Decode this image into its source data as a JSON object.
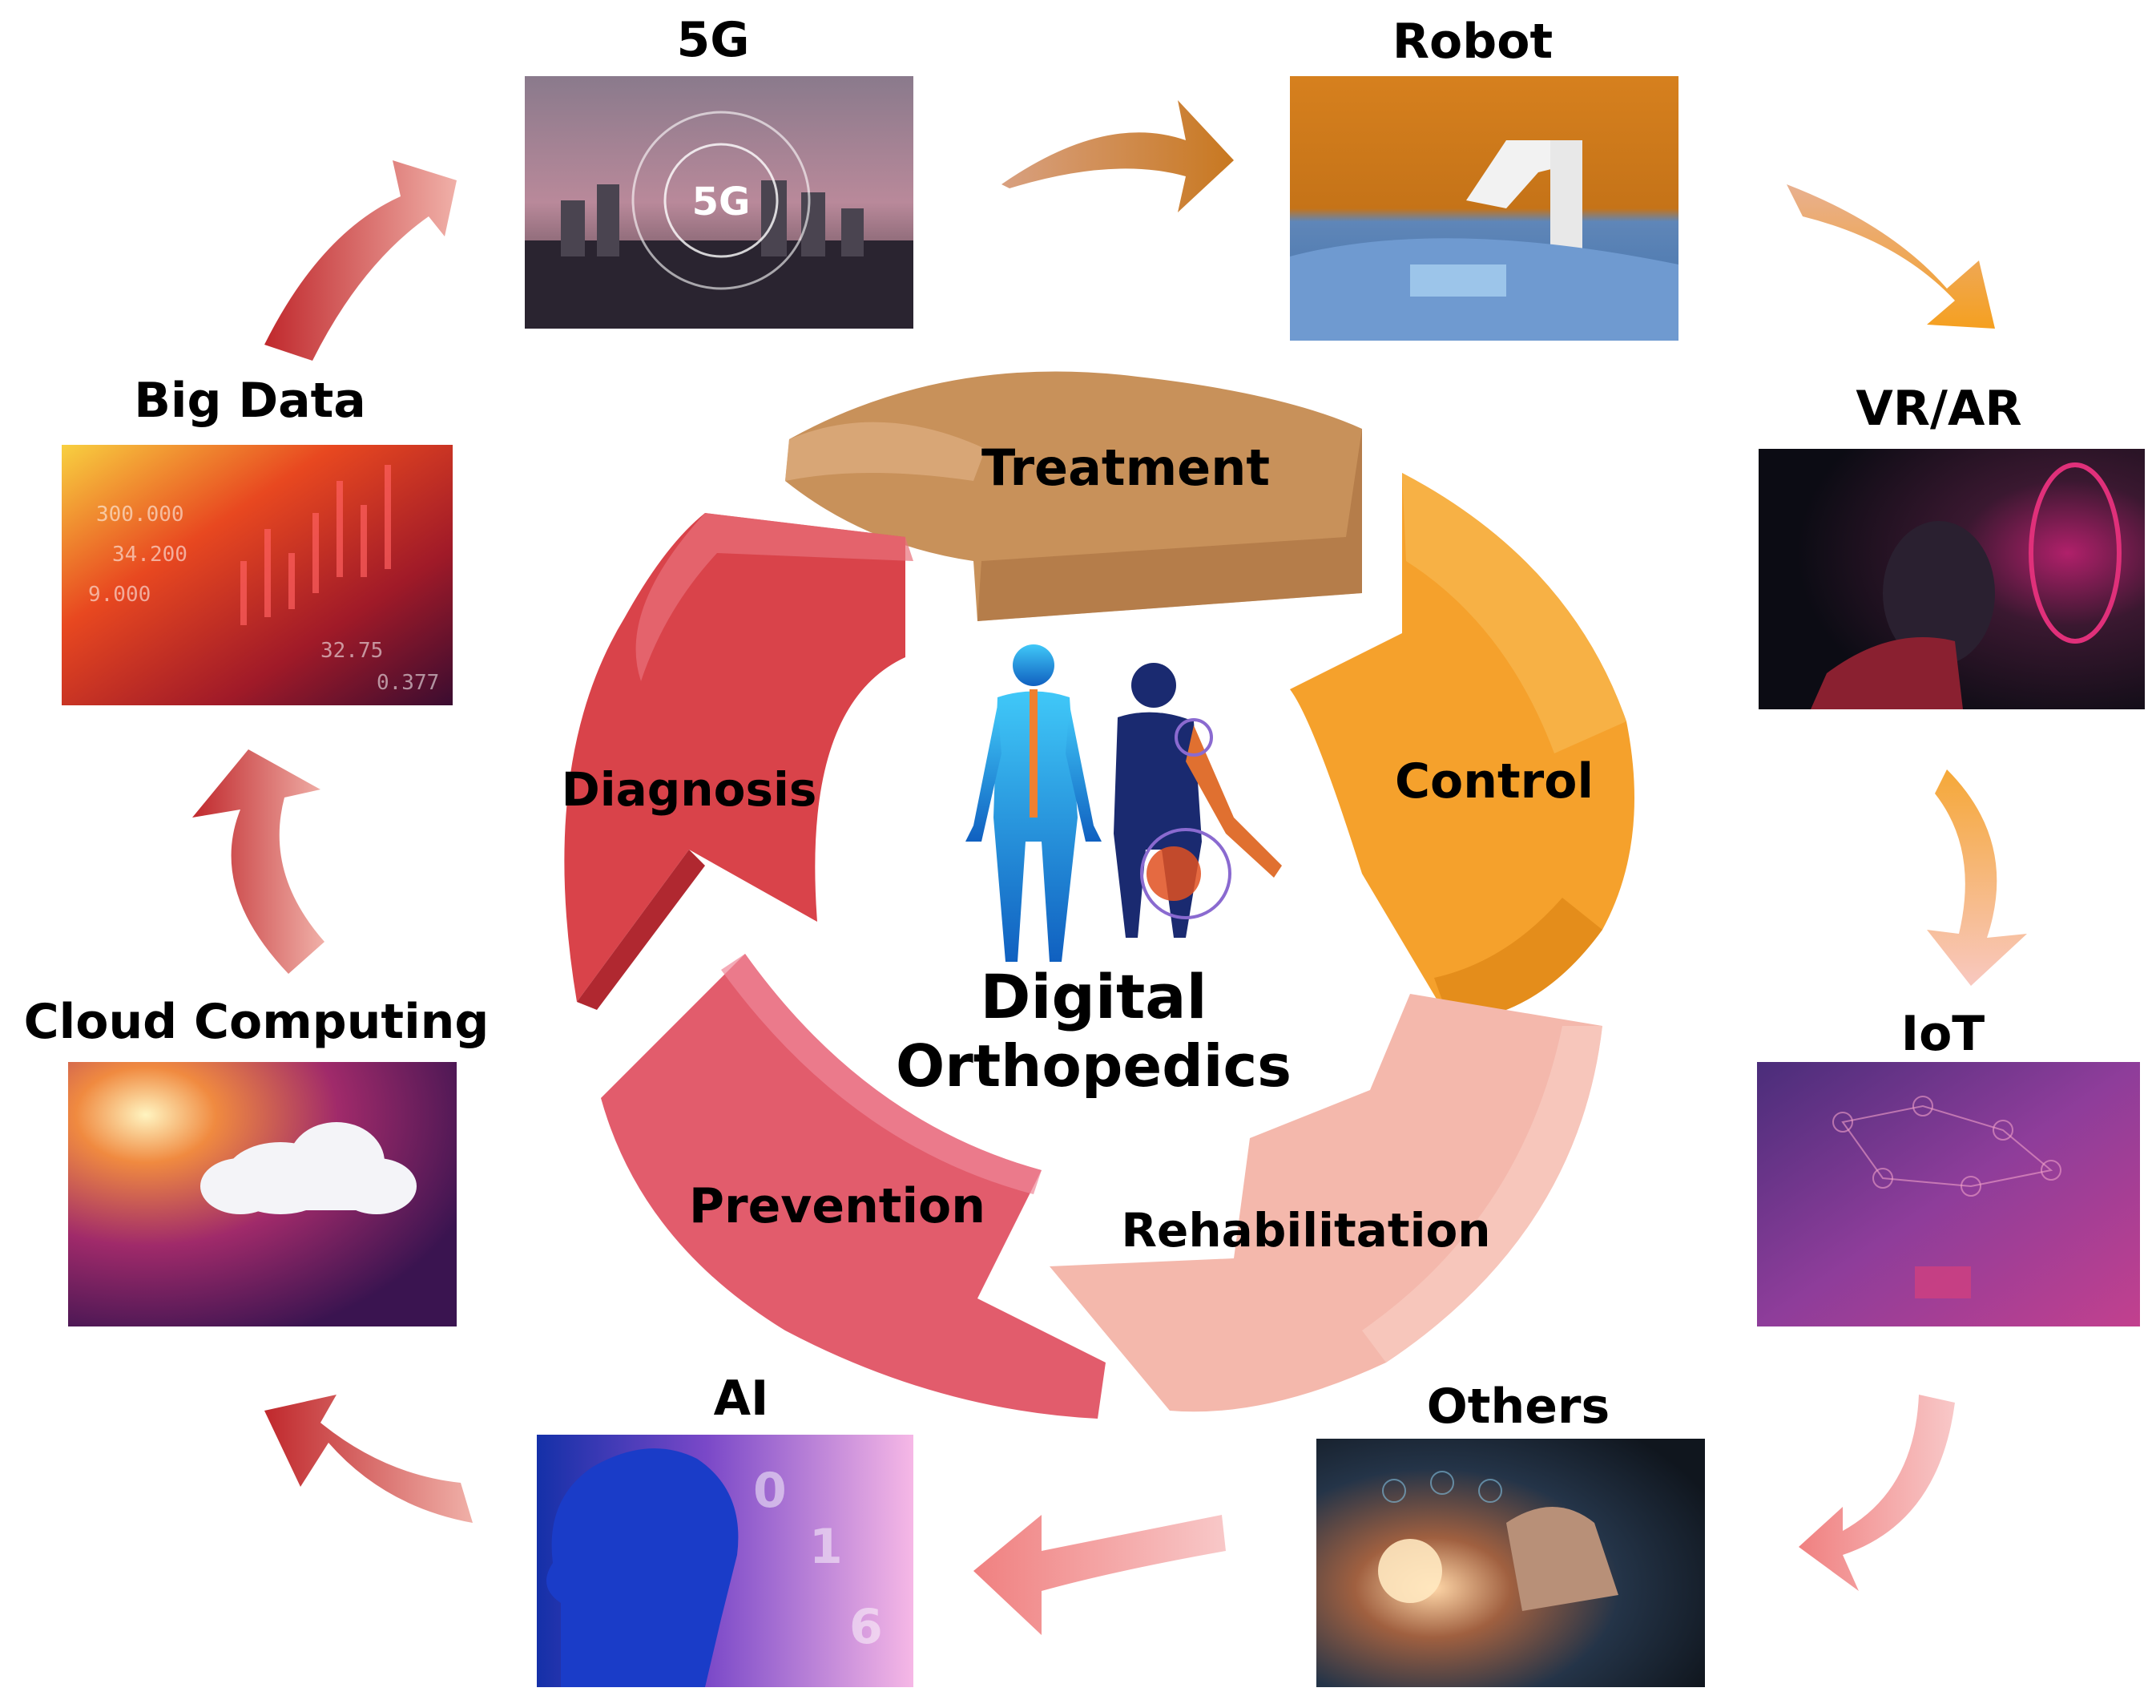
{
  "center": {
    "title_line1": "Digital",
    "title_line2": "Orthopedics",
    "icon": "human-skeleton-figures"
  },
  "stages": [
    {
      "id": "treatment",
      "label": "Treatment",
      "color": "#c8915a"
    },
    {
      "id": "control",
      "label": "Control",
      "color": "#f5a12c"
    },
    {
      "id": "rehabilitation",
      "label": "Rehabilitation",
      "color": "#f4b8ac"
    },
    {
      "id": "prevention",
      "label": "Prevention",
      "color": "#e25c6c"
    },
    {
      "id": "diagnosis",
      "label": "Diagnosis",
      "color": "#d9434a"
    }
  ],
  "technologies": [
    {
      "id": "5g",
      "label": "5G",
      "icon": "city-5g-network-photo"
    },
    {
      "id": "robot",
      "label": "Robot",
      "icon": "surgical-robot-photo"
    },
    {
      "id": "vrar",
      "label": "VR/AR",
      "icon": "vr-headset-photo"
    },
    {
      "id": "iot",
      "label": "IoT",
      "icon": "iot-network-photo"
    },
    {
      "id": "others",
      "label": "Others",
      "icon": "digital-interface-photo"
    },
    {
      "id": "ai",
      "label": "AI",
      "icon": "ai-head-photo"
    },
    {
      "id": "cloud",
      "label": "Cloud Computing",
      "icon": "cloud-photo"
    },
    {
      "id": "bigdata",
      "label": "Big Data",
      "icon": "financial-chart-photo"
    }
  ]
}
